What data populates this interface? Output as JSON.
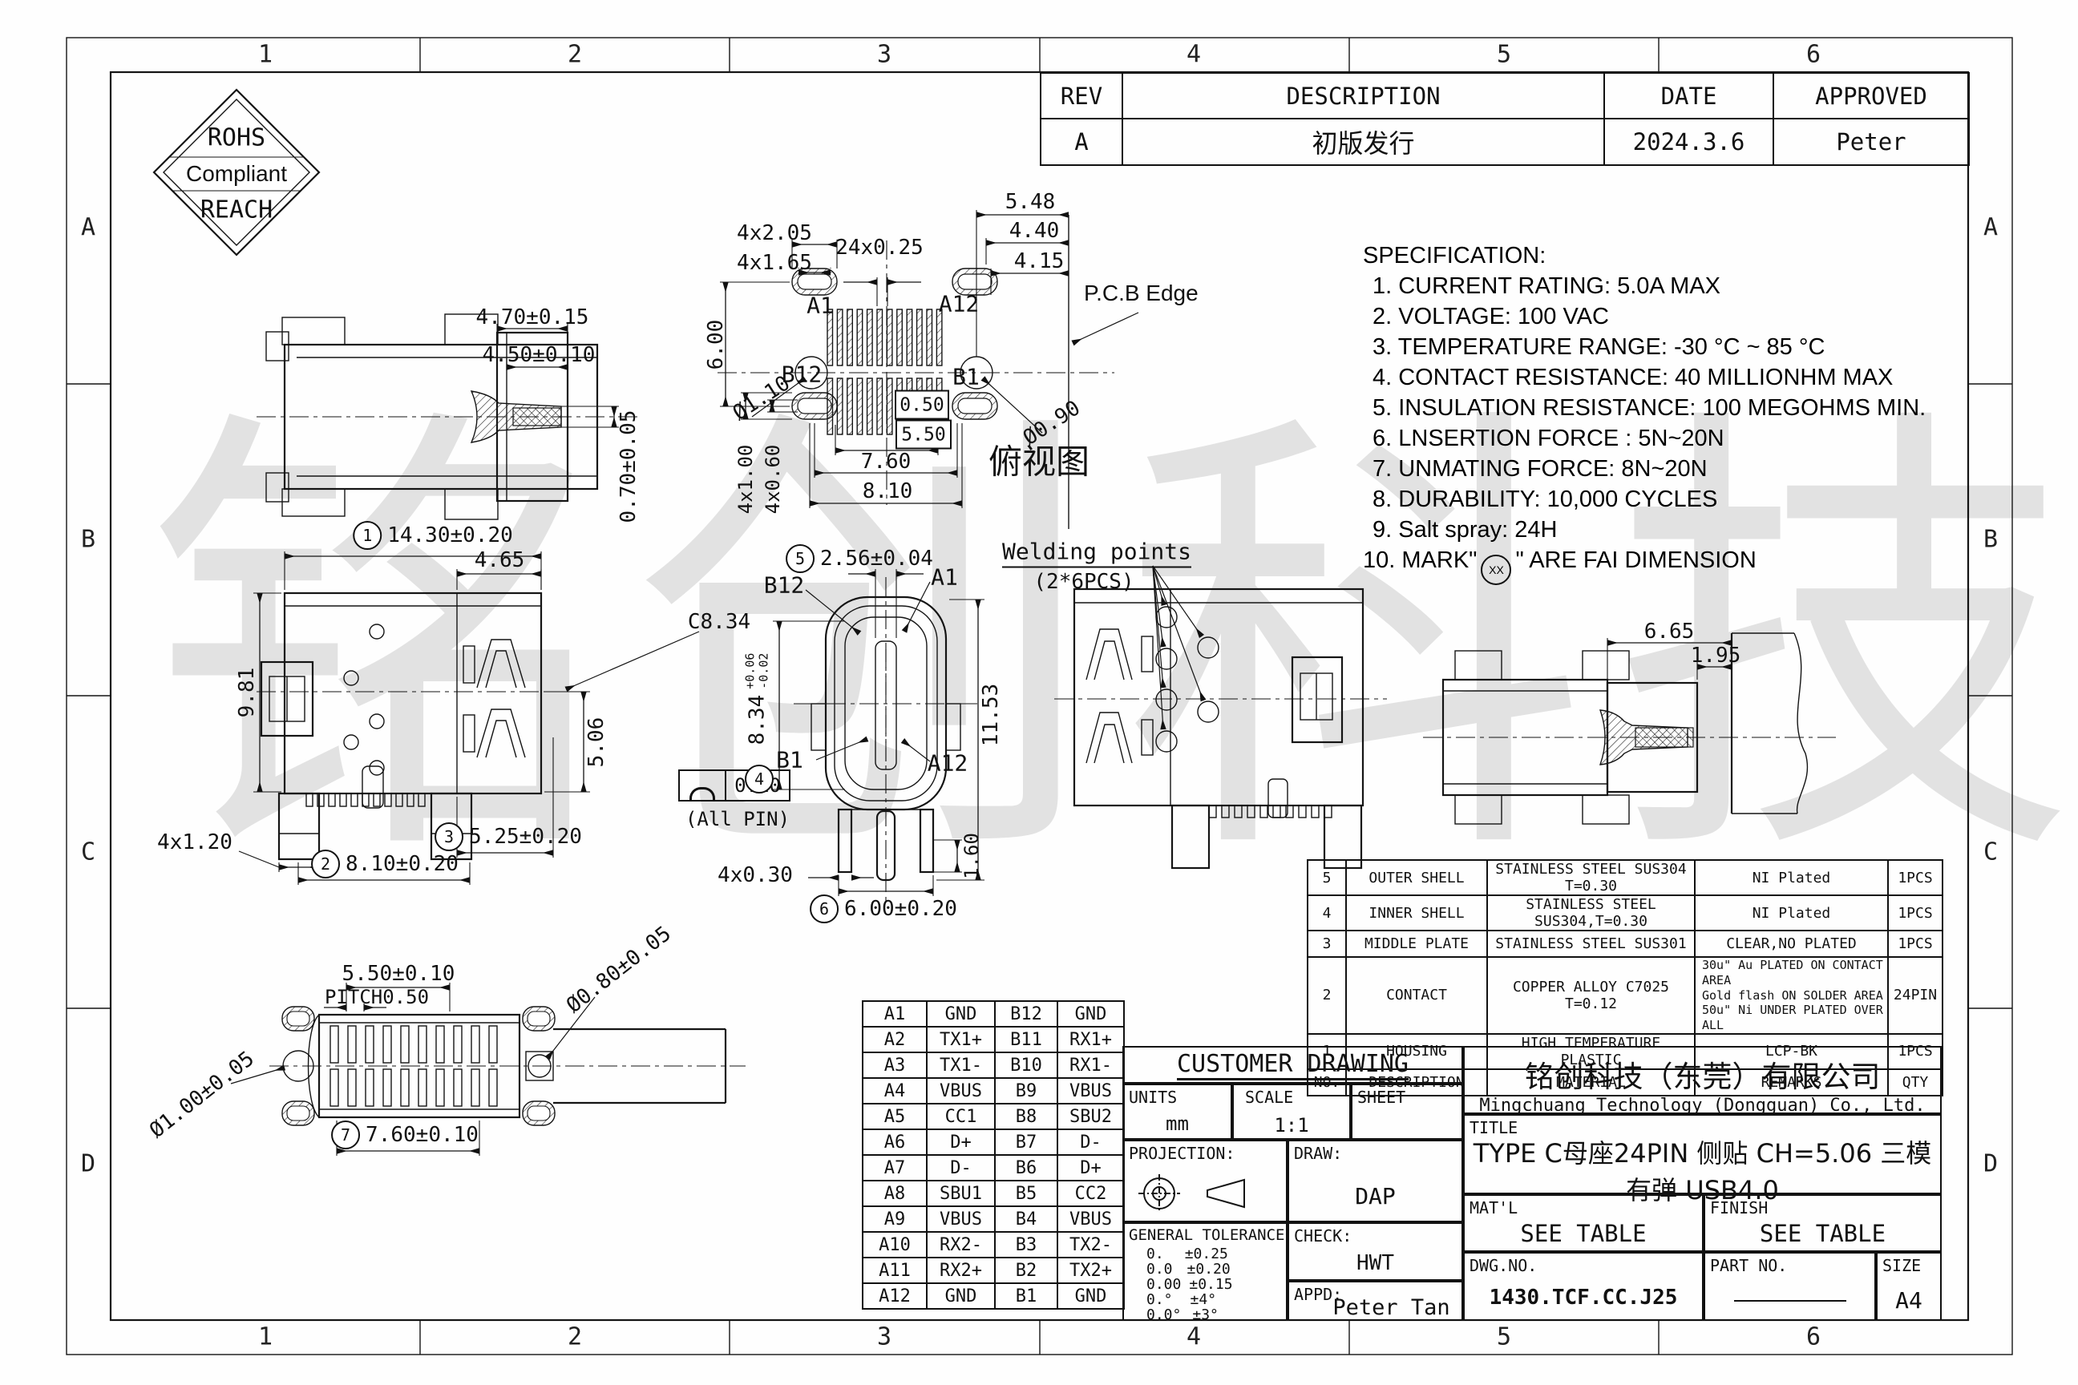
{
  "sheet": {
    "zones_cols": [
      "1",
      "2",
      "3",
      "4",
      "5",
      "6"
    ],
    "zones_rows": [
      "A",
      "B",
      "C",
      "D"
    ]
  },
  "watermark": "铭创科技",
  "rohs": {
    "l1": "ROHS",
    "l2": "Compliant",
    "l3": "REACH"
  },
  "rev_table": {
    "headers": [
      "REV",
      "DESCRIPTION",
      "DATE",
      "APPROVED"
    ],
    "row": [
      "A",
      "初版发行",
      "2024.3.6",
      "Peter"
    ]
  },
  "spec": {
    "title": "SPECIFICATION:",
    "items": [
      "1. CURRENT RATING: 5.0A MAX",
      "2. VOLTAGE: 100 VAC",
      "3. TEMPERATURE RANGE: -30 °C ~ 85 °C",
      "4. CONTACT RESISTANCE: 40 MILLIONHM MAX",
      "5. INSULATION RESISTANCE: 100 MEGOHMS MIN.",
      "6. LNSERTION FORCE : 5N~20N",
      "7. UNMATING FORCE: 8N~20N",
      "8. DURABILITY:  10,000 CYCLES",
      "9. Salt spray: 24H"
    ],
    "item10_prefix": "10. MARK\"",
    "item10_symbol": "XX",
    "item10_suffix": "\" ARE FAI DIMENSION"
  },
  "views": {
    "side_top": {
      "d470": "4.70±0.15",
      "d450": "4.50±0.10",
      "d070": "0.70±0.05"
    },
    "top": {
      "d548": "5.48",
      "d440": "4.40",
      "d415": "4.15",
      "d4x205": "4x2.05",
      "d4x165": "4x1.65",
      "d24x025": "24x0.25",
      "d600": "6.00",
      "do110": "Ø1.10",
      "do090": "Ø0.90",
      "d050": "0.50",
      "d550": "5.50",
      "d760": "7.60",
      "d810": "8.10",
      "d4x100": "4x1.00",
      "d4x060": "4x0.60",
      "a1": "A1",
      "a12": "A12",
      "b12": "B12",
      "b1": "B1",
      "pcb": "P.C.B Edge",
      "caption": "俯视图"
    },
    "front": {
      "f1": "1",
      "d1430": "14.30±0.20",
      "d465": "4.65",
      "dc834": "C8.34",
      "d981": "9.81",
      "d506": "5.06",
      "dprof": "0.10",
      "allpin": "(All PIN)",
      "d4x120": "4x1.20",
      "f2": "2",
      "d810": "8.10±0.20",
      "f3": "3",
      "d525": "5.25±0.20"
    },
    "section": {
      "f5": "5",
      "d256": "2.56±0.04",
      "b12": "B12",
      "a1": "A1",
      "f4": "4",
      "d834": "8.34",
      "tu": "+0.06",
      "td": "-0.02",
      "d1153": "11.53",
      "b1": "B1",
      "a12": "A12",
      "d4x030": "4x0.30",
      "f6": "6",
      "d600": "6.00±0.20",
      "d160": "1.60"
    },
    "welding": {
      "l1": "Welding points",
      "l2": "(2*6PCS)"
    },
    "side_right": {
      "d665": "6.65",
      "d195": "1.95"
    },
    "bottom": {
      "d550": "5.50±0.10",
      "dpitch": "PITCH0.50",
      "do080": "Ø0.80±0.05",
      "do100": "Ø1.00±0.05",
      "f7": "7",
      "d760": "7.60±0.10"
    }
  },
  "pin_table": {
    "rows": [
      [
        "A1",
        "GND",
        "B12",
        "GND"
      ],
      [
        "A2",
        "TX1+",
        "B11",
        "RX1+"
      ],
      [
        "A3",
        "TX1-",
        "B10",
        "RX1-"
      ],
      [
        "A4",
        "VBUS",
        "B9",
        "VBUS"
      ],
      [
        "A5",
        "CC1",
        "B8",
        "SBU2"
      ],
      [
        "A6",
        "D+",
        "B7",
        "D-"
      ],
      [
        "A7",
        "D-",
        "B6",
        "D+"
      ],
      [
        "A8",
        "SBU1",
        "B5",
        "CC2"
      ],
      [
        "A9",
        "VBUS",
        "B4",
        "VBUS"
      ],
      [
        "A10",
        "RX2-",
        "B3",
        "TX2-"
      ],
      [
        "A11",
        "RX2+",
        "B2",
        "TX2+"
      ],
      [
        "A12",
        "GND",
        "B1",
        "GND"
      ]
    ]
  },
  "material_table": {
    "headers": [
      "NO.",
      "DESCRIPTION",
      "MATERIAL",
      "REMARKS",
      "QTY"
    ],
    "rows": [
      [
        "5",
        "OUTER SHELL",
        "STAINLESS STEEL SUS304 T=0.30",
        "NI Plated",
        "1PCS"
      ],
      [
        "4",
        "INNER SHELL",
        "STAINLESS STEEL SUS304,T=0.30",
        "NI Plated",
        "1PCS"
      ],
      [
        "3",
        "MIDDLE PLATE",
        "STAINLESS STEEL SUS301",
        "CLEAR,NO PLATED",
        "1PCS"
      ],
      [
        "2",
        "CONTACT",
        "COPPER ALLOY C7025 T=0.12",
        "",
        "24PIN"
      ],
      [
        "1",
        "HOUSING",
        "HIGH TEMPERATURE PLASTIC",
        "LCP-BK",
        "1PCS"
      ]
    ],
    "contact_remarks": [
      "30u\" Au PLATED ON CONTACT AREA",
      "Gold flash ON SOLDER AREA",
      "50u\" Ni UNDER PLATED OVER ALL"
    ]
  },
  "title_block": {
    "customer_drawing": "CUSTOMER DRAWING",
    "units_label": "UNITS",
    "units_value": "mm",
    "scale_label": "SCALE",
    "scale_value": "1:1",
    "sheet_label": "SHEET",
    "projection_label": "PROJECTION:",
    "draw_label": "DRAW:",
    "draw_value": "DAP",
    "tolerance_title": "GENERAL TOLERANCE",
    "tolerances": [
      [
        "0.",
        "±0.25"
      ],
      [
        "0.0",
        "±0.20"
      ],
      [
        "0.00",
        "±0.15"
      ],
      [
        "0.°",
        "±4°"
      ],
      [
        "0.0°",
        "±3°"
      ]
    ],
    "check_label": "CHECK:",
    "check_value": "HWT",
    "appd_label": "APPD:",
    "appd_value": "Peter Tan",
    "company_cn": "铭创科技（东莞）有限公司",
    "company_en": "Mingchuang Technology (Dongguan) Co., Ltd.",
    "title_label": "TITLE",
    "title_line1": "TYPE C母座24PIN 侧贴 CH=5.06 三模",
    "title_line2": "有弹 USB4.0",
    "matl_label": "MAT'L",
    "matl_value": "SEE TABLE",
    "finish_label": "FINISH",
    "finish_value": "SEE TABLE",
    "dwg_label": "DWG.NO.",
    "dwg_value": "1430.TCF.CC.J25",
    "part_label": "PART NO.",
    "size_label": "SIZE",
    "size_value": "A4"
  }
}
